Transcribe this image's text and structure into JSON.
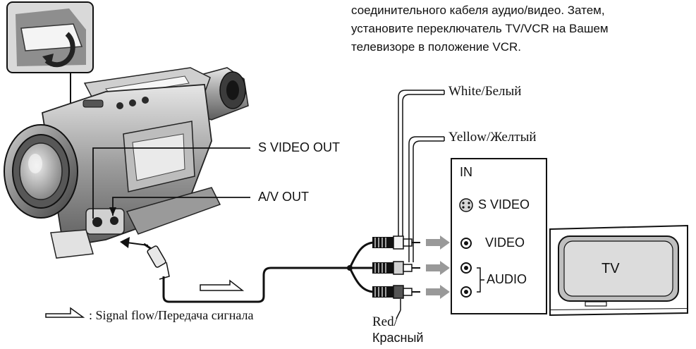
{
  "instruction_lines": [
    "соединительного кабеля аудио/видео. Затем,",
    "установите переключатель TV/VCR на Вашем",
    "телевизоре в положение VCR."
  ],
  "camcorder": {
    "s_video_out": "S VIDEO OUT",
    "av_out": "A/V OUT"
  },
  "cable": {
    "white": "White/Белый",
    "yellow": "Yellow/Желтый",
    "red_line1": "Red/",
    "red_line2": "Красный"
  },
  "tv_panel": {
    "in_label": "IN",
    "s_video": "S VIDEO",
    "video": "VIDEO",
    "audio": "AUDIO"
  },
  "tv": {
    "label": "TV"
  },
  "legend": {
    "text": ": Signal flow/Передача сигнала"
  },
  "colors": {
    "line": "#111111",
    "shade": "#9a9a9a",
    "light": "#d8d8d8"
  }
}
